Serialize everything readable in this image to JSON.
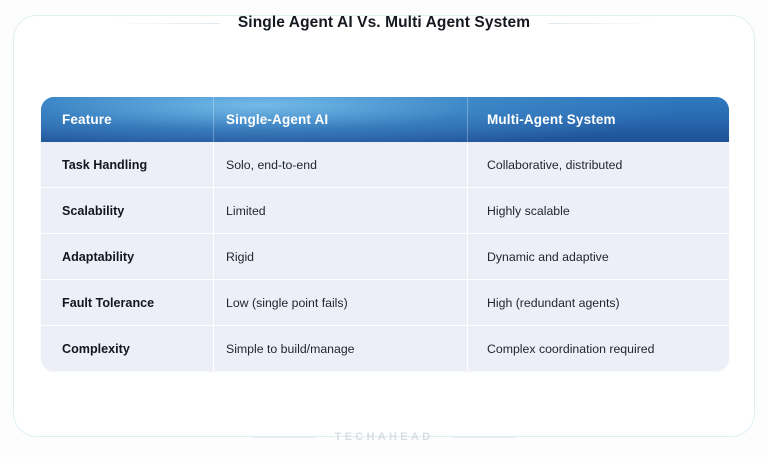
{
  "page": {
    "title": "Single Agent AI Vs. Multi Agent System"
  },
  "table": {
    "headers": [
      "Feature",
      "Single-Agent AI",
      "Multi-Agent System"
    ],
    "rows": [
      {
        "feature": "Task Handling",
        "single_agent": "Solo, end-to-end",
        "multi_agent": "Collaborative, distributed"
      },
      {
        "feature": " Scalability",
        "single_agent": "Limited",
        "multi_agent": "Highly scalable"
      },
      {
        "feature": "Adaptability",
        "single_agent": " Rigid",
        "multi_agent": "Dynamic and adaptive"
      },
      {
        "feature": "Fault Tolerance",
        "single_agent": "Low (single point fails)",
        "multi_agent": "High (redundant agents)"
      },
      {
        "feature": "Complexity",
        "single_agent": "Simple to build/manage",
        "multi_agent": "Complex coordination required"
      }
    ]
  },
  "footer": {
    "brand": "TECHAHEAD"
  },
  "colors": {
    "header_blue_light": "#3a8fd0",
    "header_blue_dark": "#1f4f94",
    "row_background": "#eceff8",
    "card_border": "#dfeef3",
    "brand_gray": "#d6dee2"
  }
}
